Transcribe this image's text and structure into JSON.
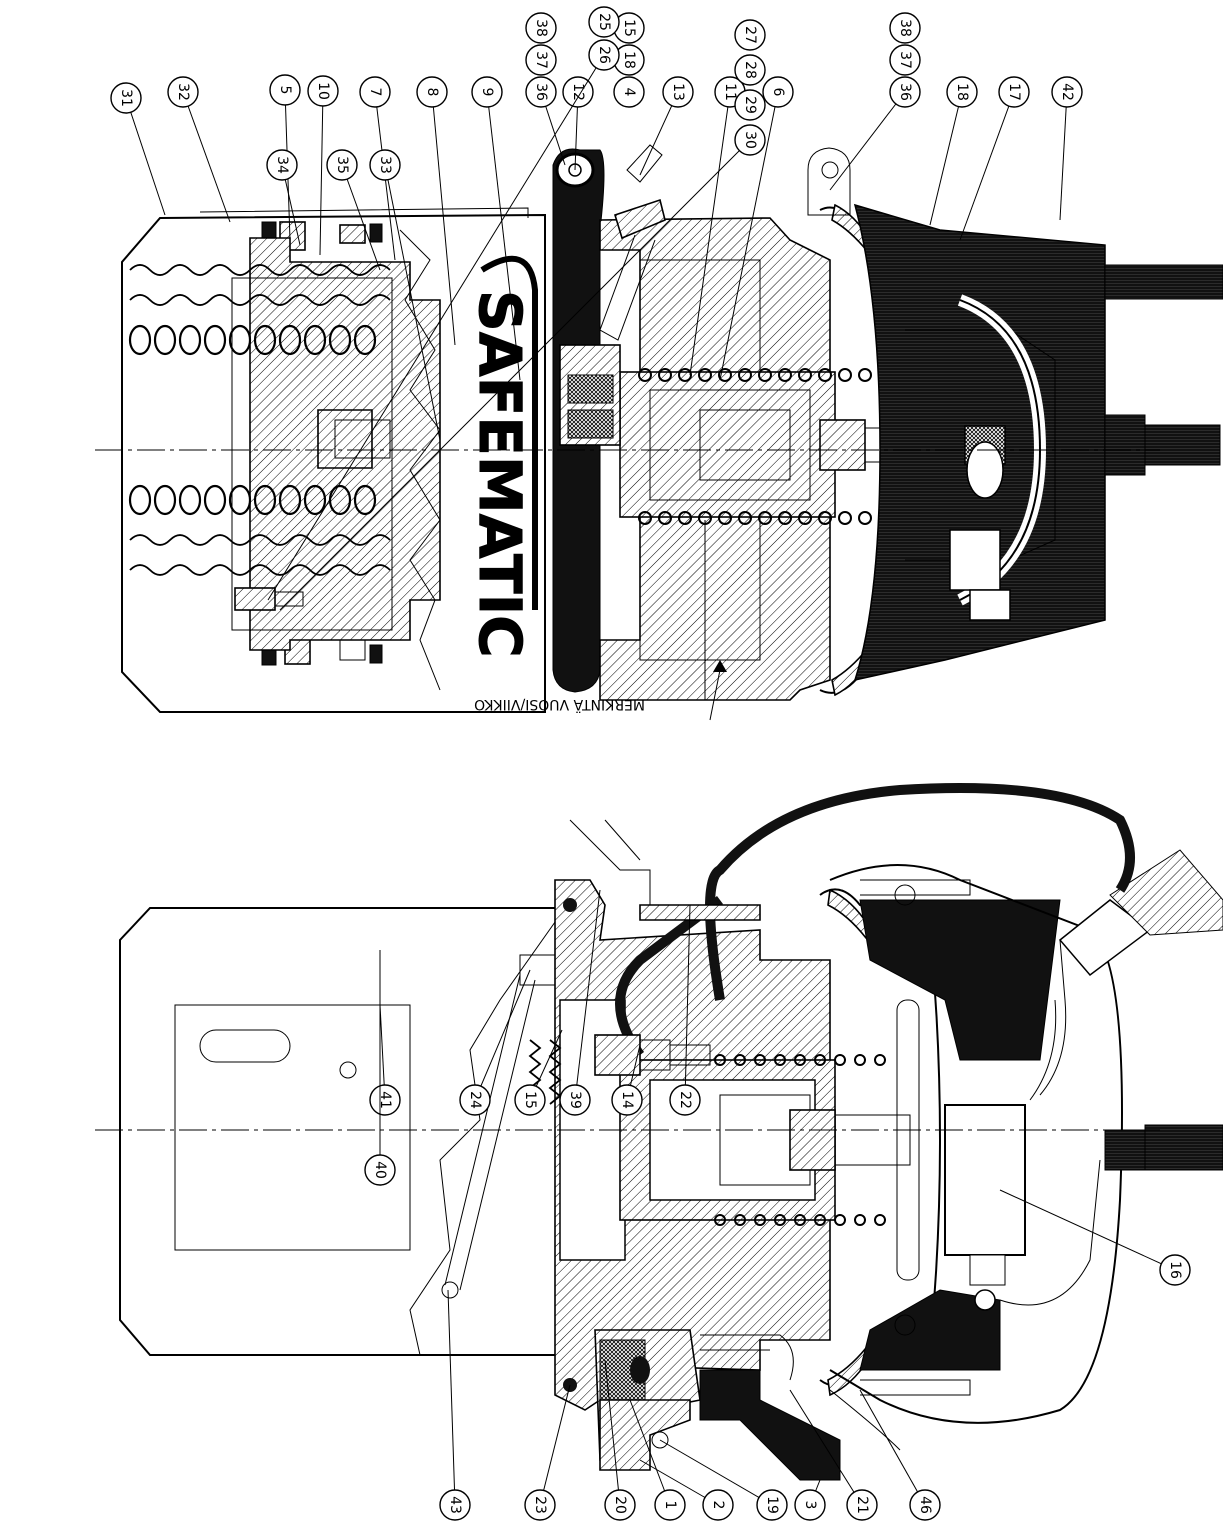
{
  "brand": {
    "logo_text": "SAFEMATIC"
  },
  "date_marking": "MERKINTÄ VUOSI/VIIKKO",
  "top_view_callouts": [
    "31",
    "32",
    "5",
    "10",
    "7",
    "8",
    "9",
    "36",
    "37",
    "38",
    "12",
    "4",
    "18",
    "15",
    "13",
    "11",
    "6",
    "36",
    "37",
    "38",
    "18",
    "17",
    "42",
    "34",
    "35",
    "33",
    "26",
    "25",
    "27",
    "28",
    "29",
    "30"
  ],
  "bottom_view_callouts": [
    "41",
    "40",
    "24",
    "15",
    "39",
    "14",
    "22",
    "16",
    "43",
    "23",
    "20",
    "1",
    "2",
    "19",
    "3",
    "21",
    "46"
  ]
}
